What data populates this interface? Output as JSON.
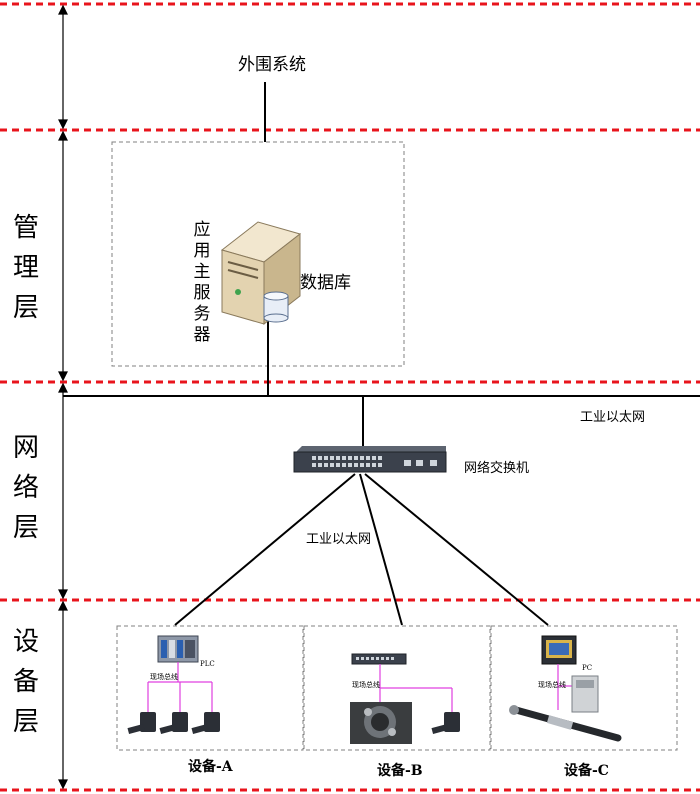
{
  "layers": {
    "management": "管\n理\n层",
    "network": "网\n络\n层",
    "device": "设\n备\n层"
  },
  "peripheral": "外围系统",
  "app_server": "应\n用\n主\n服\n务\n器",
  "database": "数据库",
  "ethernet_top": "工业以太网",
  "switch_label": "网络交换机",
  "ethernet_mid": "工业以太网",
  "devices": {
    "a": {
      "label": "设备-A",
      "plc": "PLC",
      "bus": "现场总线"
    },
    "b": {
      "label": "设备-B",
      "bus": "现场总线"
    },
    "c": {
      "label": "设备-C",
      "pc": "PC",
      "bus": "现场总线"
    }
  },
  "colors": {
    "layer_divider": "#e8141c",
    "fieldbus": "#e040e0",
    "dashed_box": "#808080"
  }
}
